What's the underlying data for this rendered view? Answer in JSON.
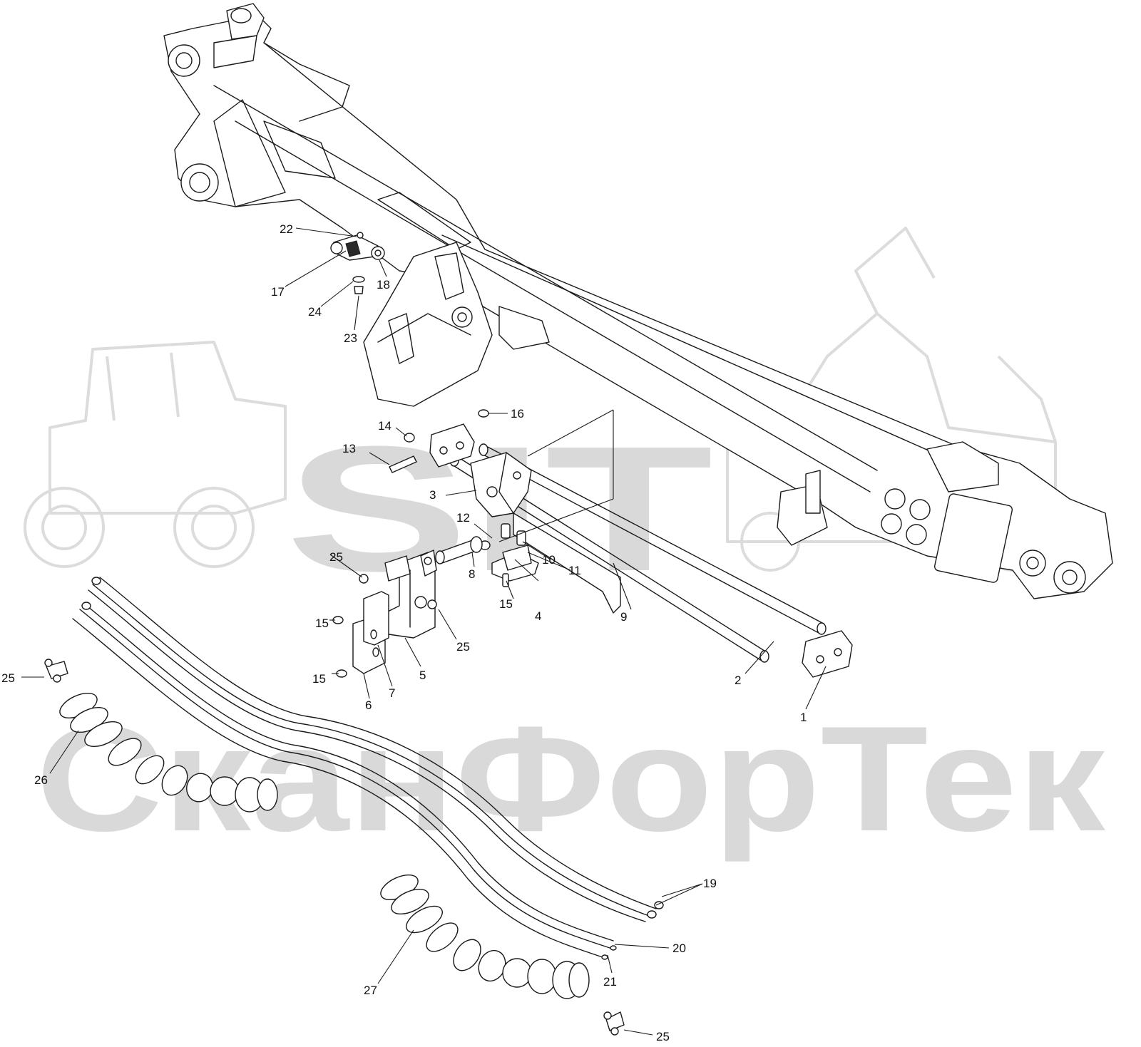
{
  "watermark": {
    "brand": "SIT",
    "company": "СканФорТек"
  },
  "callouts": [
    {
      "id": "c1",
      "label": "1"
    },
    {
      "id": "c2",
      "label": "2"
    },
    {
      "id": "c3",
      "label": "3"
    },
    {
      "id": "c4",
      "label": "4"
    },
    {
      "id": "c5",
      "label": "5"
    },
    {
      "id": "c6",
      "label": "6"
    },
    {
      "id": "c7",
      "label": "7"
    },
    {
      "id": "c8",
      "label": "8"
    },
    {
      "id": "c9",
      "label": "9"
    },
    {
      "id": "c10",
      "label": "10"
    },
    {
      "id": "c11",
      "label": "11"
    },
    {
      "id": "c12",
      "label": "12"
    },
    {
      "id": "c13",
      "label": "13"
    },
    {
      "id": "c14",
      "label": "14"
    },
    {
      "id": "c15a",
      "label": "15"
    },
    {
      "id": "c15b",
      "label": "15"
    },
    {
      "id": "c15c",
      "label": "15"
    },
    {
      "id": "c16",
      "label": "16"
    },
    {
      "id": "c17",
      "label": "17"
    },
    {
      "id": "c18",
      "label": "18"
    },
    {
      "id": "c19",
      "label": "19"
    },
    {
      "id": "c20",
      "label": "20"
    },
    {
      "id": "c21",
      "label": "21"
    },
    {
      "id": "c22",
      "label": "22"
    },
    {
      "id": "c23",
      "label": "23"
    },
    {
      "id": "c24",
      "label": "24"
    },
    {
      "id": "c25a",
      "label": "25"
    },
    {
      "id": "c25b",
      "label": "25"
    },
    {
      "id": "c25c",
      "label": "25"
    },
    {
      "id": "c25d",
      "label": "25"
    },
    {
      "id": "c26",
      "label": "26"
    },
    {
      "id": "c27",
      "label": "27"
    }
  ]
}
